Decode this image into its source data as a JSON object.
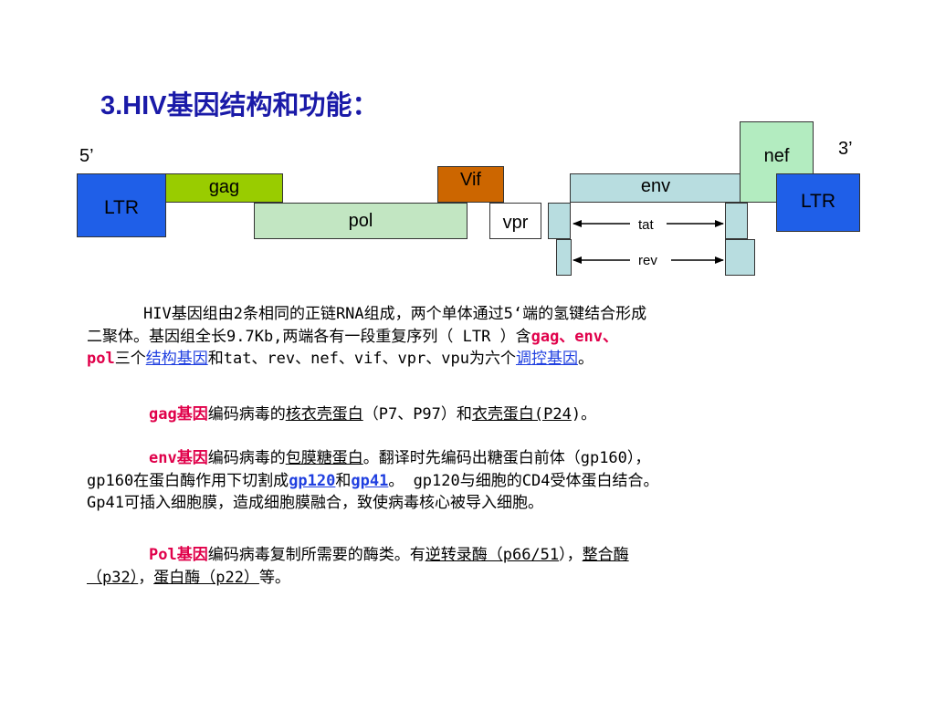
{
  "title": "3.HIV基因结构和功能：",
  "diagram": {
    "five_prime": "5’",
    "three_prime": "3’",
    "ltr_left": "LTR",
    "ltr_right": "LTR",
    "gag": "gag",
    "pol": "pol",
    "vif": "Vif",
    "vpr": "vpr",
    "env": "env",
    "nef": "nef",
    "tat": "tat",
    "rev": "rev",
    "colors": {
      "ltr": "#1f5fe8",
      "gag": "#99cc00",
      "pol": "#c2e6c2",
      "vif": "#cc6600",
      "env": "#b8dde0",
      "nef": "#b3ecc0",
      "tat_rev": "#b8dde0"
    }
  },
  "paragraphs": {
    "p1": {
      "line1": "HIV基因组由2条相同的正链RNA组成，两个单体通过5‘端的氢键结合形成",
      "line2_a": "二聚体。基因组全长9.7Kb,两端各有一段重复序列（ LTR ）含",
      "line2_genes": "gag、env、",
      "line3_pol": "pol",
      "line3_a": "三个",
      "line3_link1": "结构基因",
      "line3_b": "和tat、rev、nef、vif、vpr、vpu为六个",
      "line3_link2": "调控基因",
      "line3_end": "。"
    },
    "p2": {
      "gene": "gag基因",
      "a": "编码病毒的",
      "u1": "核衣壳蛋白",
      "b": "（P7、P97）和",
      "u2": "衣壳蛋白(P24",
      "end": ")。"
    },
    "p3": {
      "gene": "env基因",
      "a": "编码病毒的",
      "u1": "包膜糖蛋白",
      "b": "。翻译时先编码出糖蛋白前体（gp160），",
      "line2_a": "gp160在蛋白酶作用下切割成",
      "link1": "gp120",
      "line2_b": "和",
      "link2": "gp41",
      "line2_c": "。 gp120与细胞的CD4受体蛋白结合。",
      "line3": "Gp41可插入细胞膜，造成细胞膜融合，致使病毒核心被导入细胞。"
    },
    "p4": {
      "gene": "Pol基因",
      "a": "编码病毒复制所需要的酶类。有",
      "u1": "逆转录酶（p66/51",
      "b": "），",
      "u2": "整合酶",
      "u3": "（p32）",
      "c": "，",
      "u4": "蛋白酶（p22）",
      "end": "等。"
    }
  }
}
